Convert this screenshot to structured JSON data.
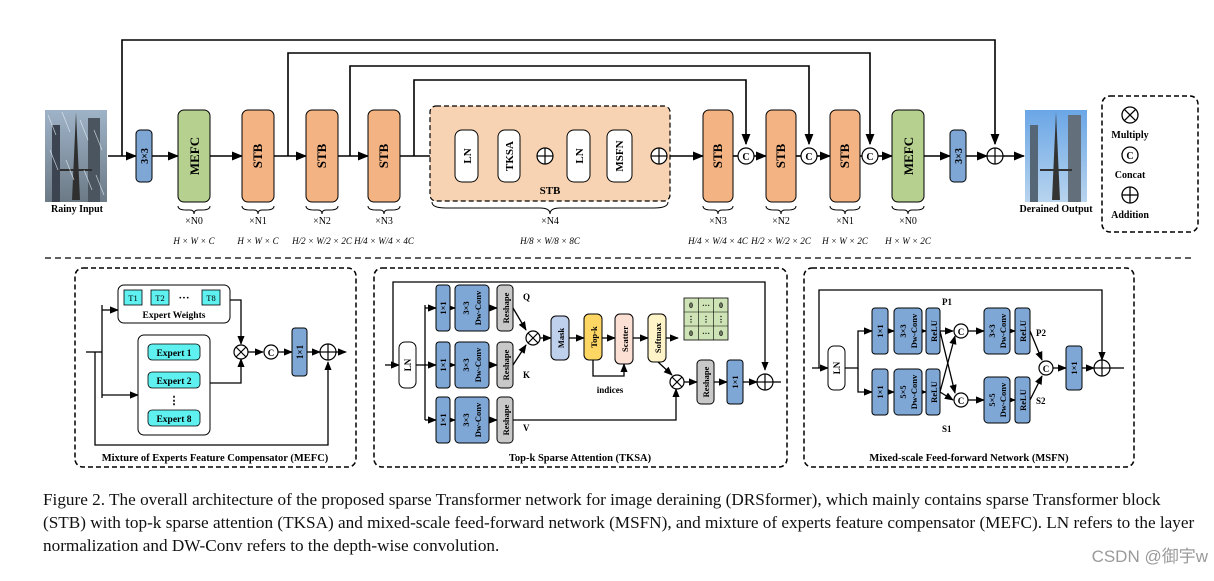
{
  "top": {
    "rainy_input": "Rainy Input",
    "derained_output": "Derained Output",
    "conv_3x3": "3×3",
    "mefc": "MEFC",
    "stb": "STB",
    "ln": "LN",
    "tksa": "TKSA",
    "msfn": "MSFN",
    "stb_group_label": "STB",
    "concat_symbol": "C",
    "repeats": [
      "×N0",
      "×N1",
      "×N2",
      "×N3",
      "×N4",
      "×N3",
      "×N2",
      "×N1",
      "×N0"
    ],
    "dims": [
      "H × W × C",
      "H × W × C",
      "H/2 × W/2 × 2C",
      "H/4 × W/4 × 4C",
      "H/8 × W/8 × 8C",
      "H/4 × W/4 × 4C",
      "H/2 × W/2 × 2C",
      "H × W × 2C",
      "H × W × 2C"
    ]
  },
  "legend": {
    "multiply": "Multiply",
    "concat": "Concat",
    "addition": "Addition",
    "concat_symbol": "C"
  },
  "mefc_panel": {
    "title": "Mixture of Experts Feature Compensator (MEFC)",
    "weights": [
      "T1",
      "T2",
      "···",
      "T8"
    ],
    "expert_weights": "Expert Weights",
    "experts": [
      "Expert 1",
      "Expert 2",
      "⋮",
      "Expert 8"
    ],
    "conv_1x1": "1×1",
    "concat_symbol": "C"
  },
  "tksa_panel": {
    "title": "Top-k Sparse Attention (TKSA)",
    "ln": "LN",
    "conv_1x1": "1×1",
    "conv_3x3": "3×3",
    "dw_conv": "Dw-Conv",
    "reshape": "Reshape",
    "q": "Q",
    "k": "K",
    "v": "V",
    "mask": "Mask",
    "topk": "Top-k",
    "scatter": "Scatter",
    "softmax": "Softmax",
    "indices": "indices",
    "matrix": [
      [
        "0",
        "···",
        "0"
      ],
      [
        "⋮",
        "⋮",
        "⋮"
      ],
      [
        "0",
        "···",
        "0"
      ]
    ]
  },
  "msfn_panel": {
    "title": "Mixed-scale Feed-forward Network (MSFN)",
    "ln": "LN",
    "conv_1x1": "1×1",
    "conv_3x3": "3×3",
    "conv_5x5": "5×5",
    "dw_conv": "Dw-Conv",
    "relu": "ReLU",
    "p1": "P1",
    "p2": "P2",
    "s1": "S1",
    "s2": "S2",
    "concat_symbol": "C"
  },
  "caption": "Figure 2. The overall architecture of the proposed sparse Transformer network for image deraining (DRSformer), which mainly contains sparse Transformer block (STB) with top-k sparse attention (TKSA) and mixed-scale feed-forward network (MSFN), and mixture of experts feature compensator (MEFC). LN refers to the layer normalization and DW-Conv refers to the depth-wise convolution.",
  "watermark": "CSDN @御宇w",
  "colors": {
    "blue": "#7fa7d6",
    "green": "#b5d08f",
    "orange": "#f4b383",
    "stb_bg": "#f8d3b3",
    "gray": "#c8c8c8",
    "yellow": "#fdd663",
    "pink": "#fbe0d3",
    "cyan": "#5ff0f0",
    "matrix": "#cfe4b6"
  }
}
